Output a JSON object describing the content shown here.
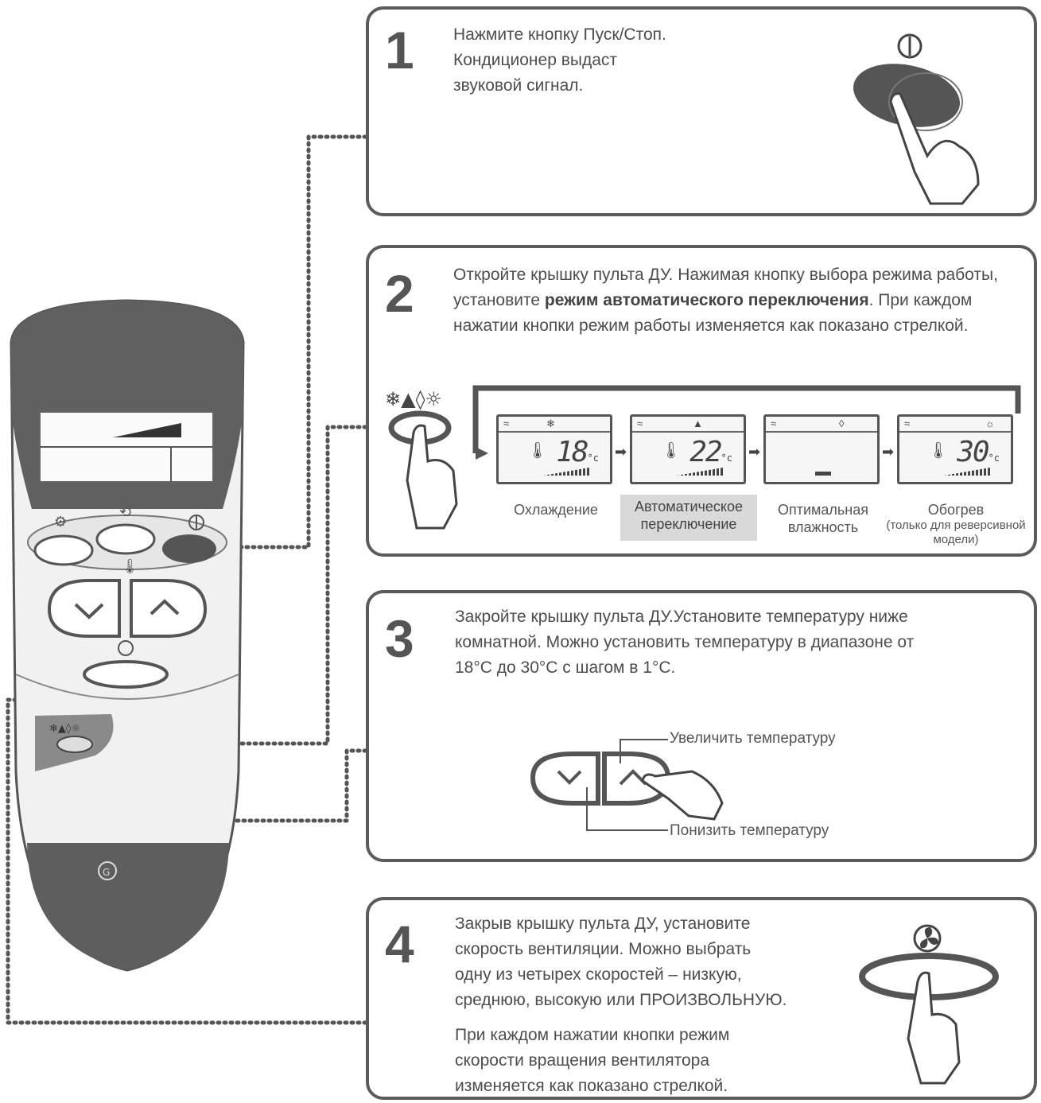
{
  "step1": {
    "number": "1",
    "lines": [
      "Нажмите кнопку Пуск/Стоп.",
      "Кондиционер выдаст",
      "звуковой сигнал."
    ]
  },
  "step2": {
    "number": "2",
    "text_a": "Откройте крышку пульта ДУ. Нажимая кнопку выбора режима работы, установите ",
    "text_bold": "режим автоматического переключения",
    "text_b": ". При каждом нажатии кнопки режим работы изменяется как показано стрелкой.",
    "displays": [
      {
        "temp": "18",
        "unit": "°c",
        "caption": "Охлаждение"
      },
      {
        "temp": "22",
        "unit": "°c",
        "caption_lines": [
          "Автоматическое",
          "переключение"
        ]
      },
      {
        "temp": "",
        "unit": "",
        "caption_lines": [
          "Оптимальная",
          "влажность"
        ]
      },
      {
        "temp": "30",
        "unit": "°c",
        "caption_lines": [
          "Обогрев",
          "(только для реверсивной",
          "модели)"
        ]
      }
    ]
  },
  "step3": {
    "number": "3",
    "lines": [
      "Закройте крышку пульта ДУ.Установите температуру ниже",
      "комнатной. Можно установить температуру в диапазоне от",
      "18°С до 30°С с шагом в 1°С."
    ],
    "increase_label": "Увеличить температуру",
    "decrease_label": "Понизить температуру"
  },
  "step4": {
    "number": "4",
    "lines": [
      "Закрыв крышку пульта ДУ, установите",
      "скорость вентиляции. Можно выбрать",
      "одну из четырех скоростей – низкую,",
      "среднюю, высокую или ПРОИЗВОЛЬНУЮ."
    ],
    "lines2": [
      "При каждом нажатии кнопки режим",
      "скорости вращения вентилятора",
      "изменяется как показано стрелкой."
    ]
  },
  "colors": {
    "dark": "#5b5b5b",
    "light": "#e8e8e8",
    "highlight": "#d9d9d9"
  }
}
